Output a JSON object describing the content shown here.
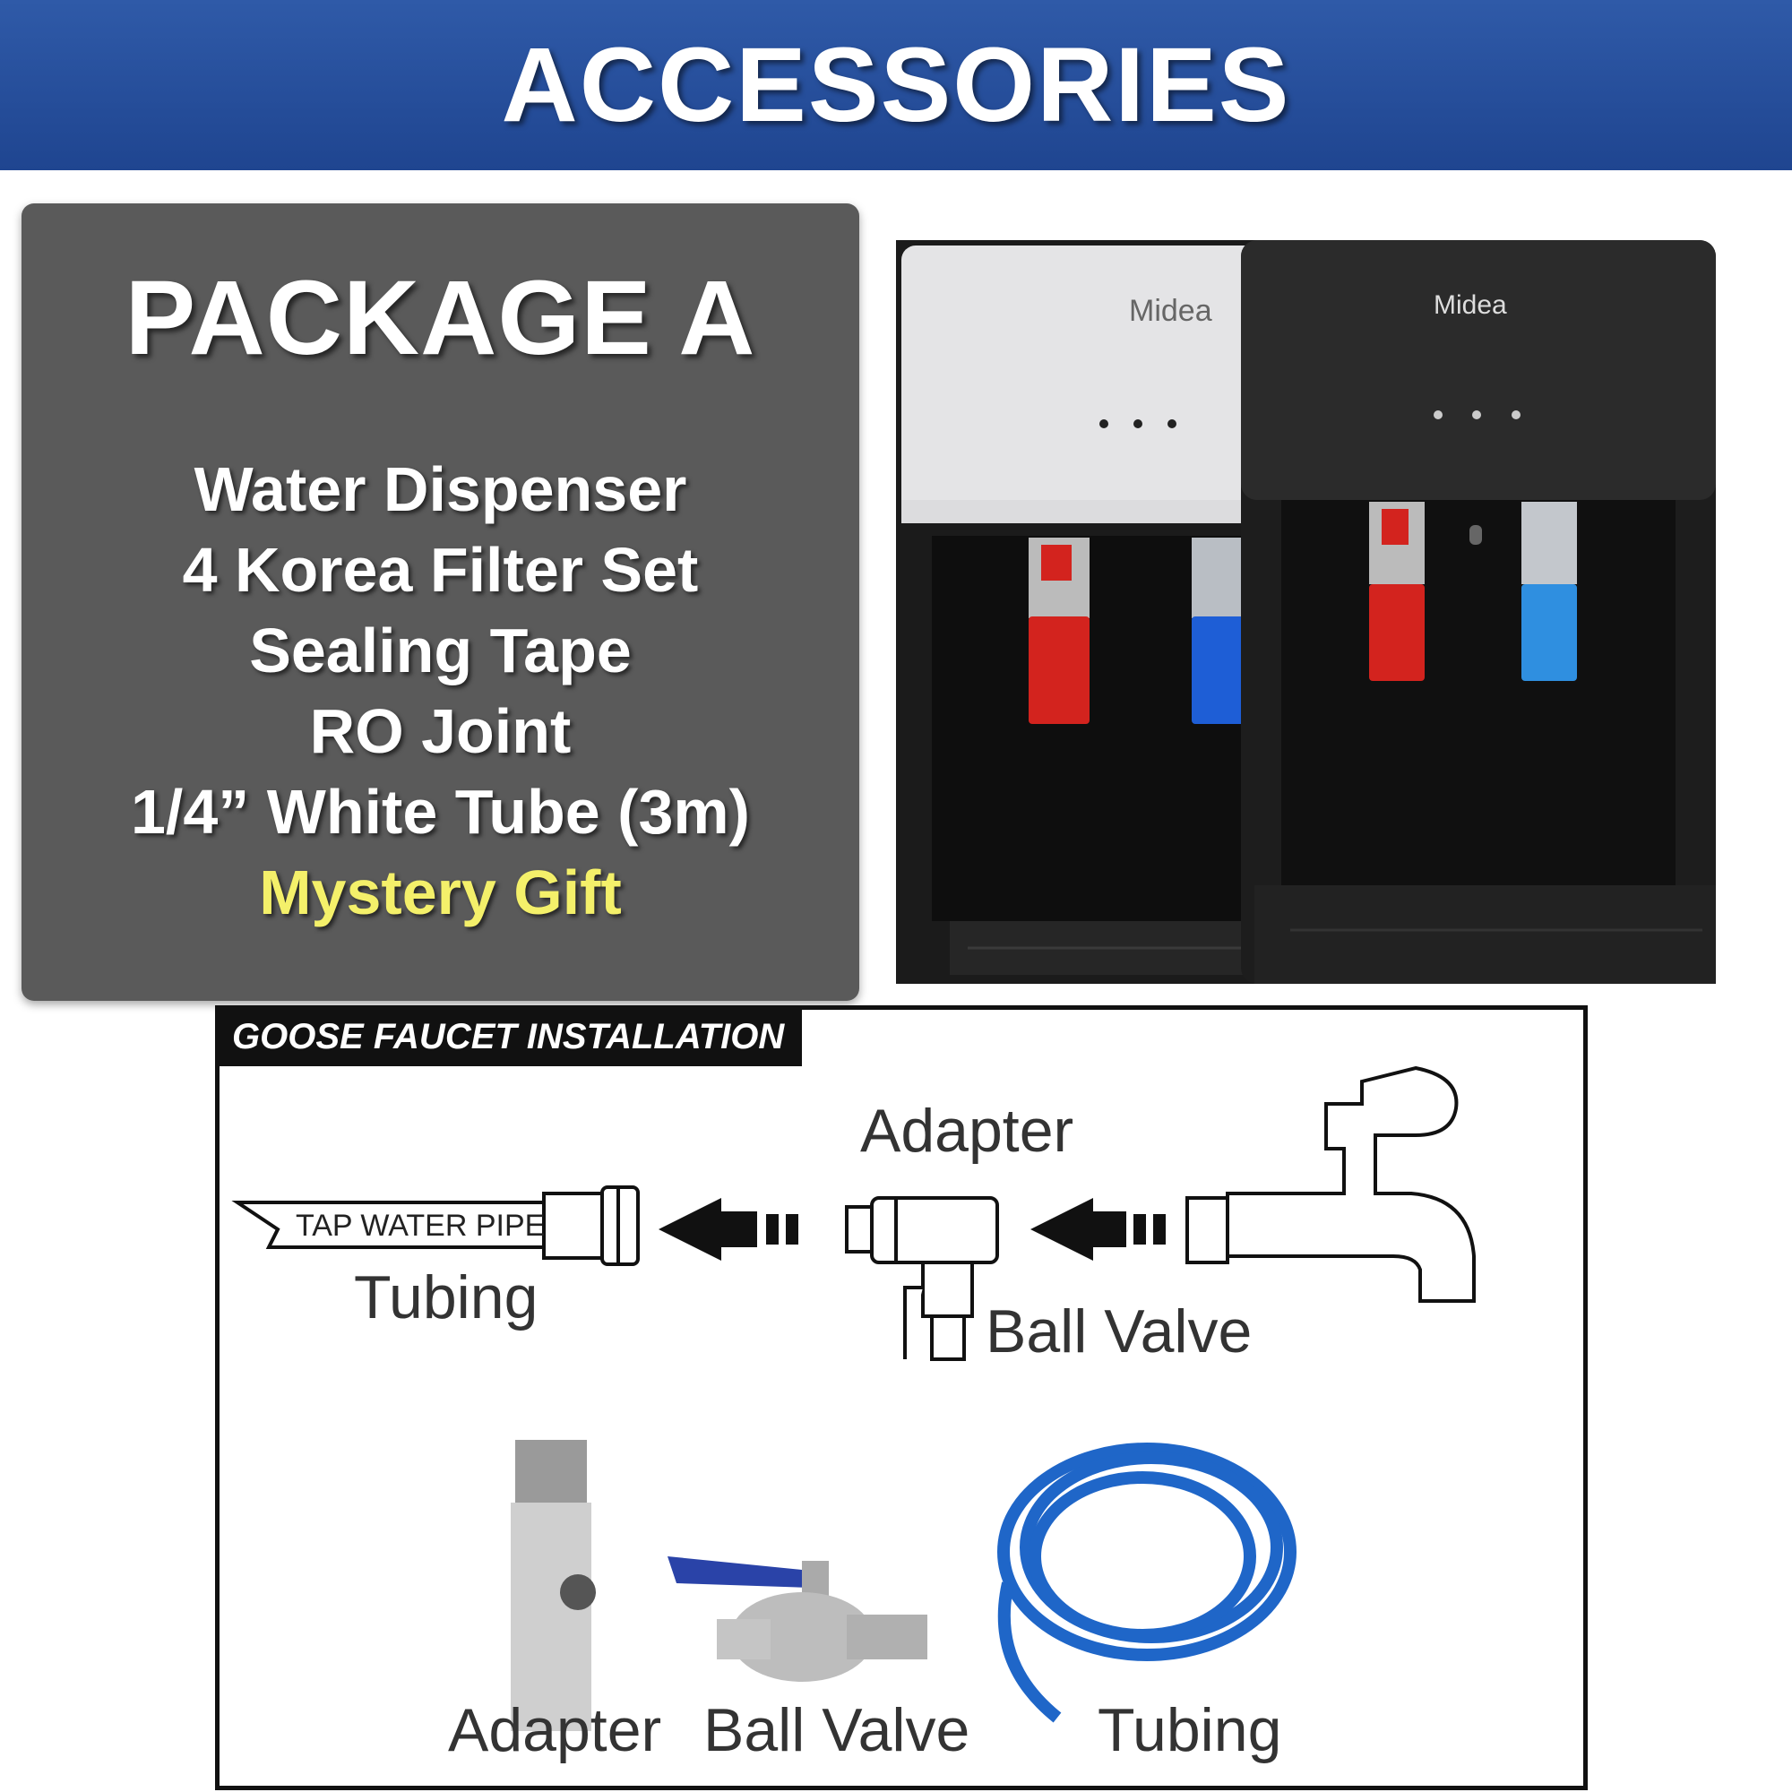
{
  "header": {
    "title": "ACCESSORIES"
  },
  "package": {
    "title": "PACKAGE A",
    "items": [
      "Water Dispenser",
      "4 Korea Filter Set",
      "Sealing Tape",
      "RO Joint",
      "1/4” White Tube (3m)"
    ],
    "gift": "Mystery Gift",
    "gift_color": "#f4f06a"
  },
  "product": {
    "brand_left": "Midea",
    "brand_right": "Midea"
  },
  "installation": {
    "tag": "GOOSE FAUCET INSTALLATION",
    "diagram": {
      "pipe_label": "TAP WATER PIPE",
      "tubing": "Tubing",
      "adapter": "Adapter",
      "ball_valve": "Ball Valve"
    },
    "parts": {
      "adapter": "Adapter",
      "ball_valve": "Ball Valve",
      "tubing": "Tubing"
    }
  },
  "colors": {
    "banner": "#2f5aa8",
    "panel": "#5a5a5a",
    "hot": "#d3231e",
    "cold": "#1e5ed6",
    "tube": "#1f66c8"
  }
}
